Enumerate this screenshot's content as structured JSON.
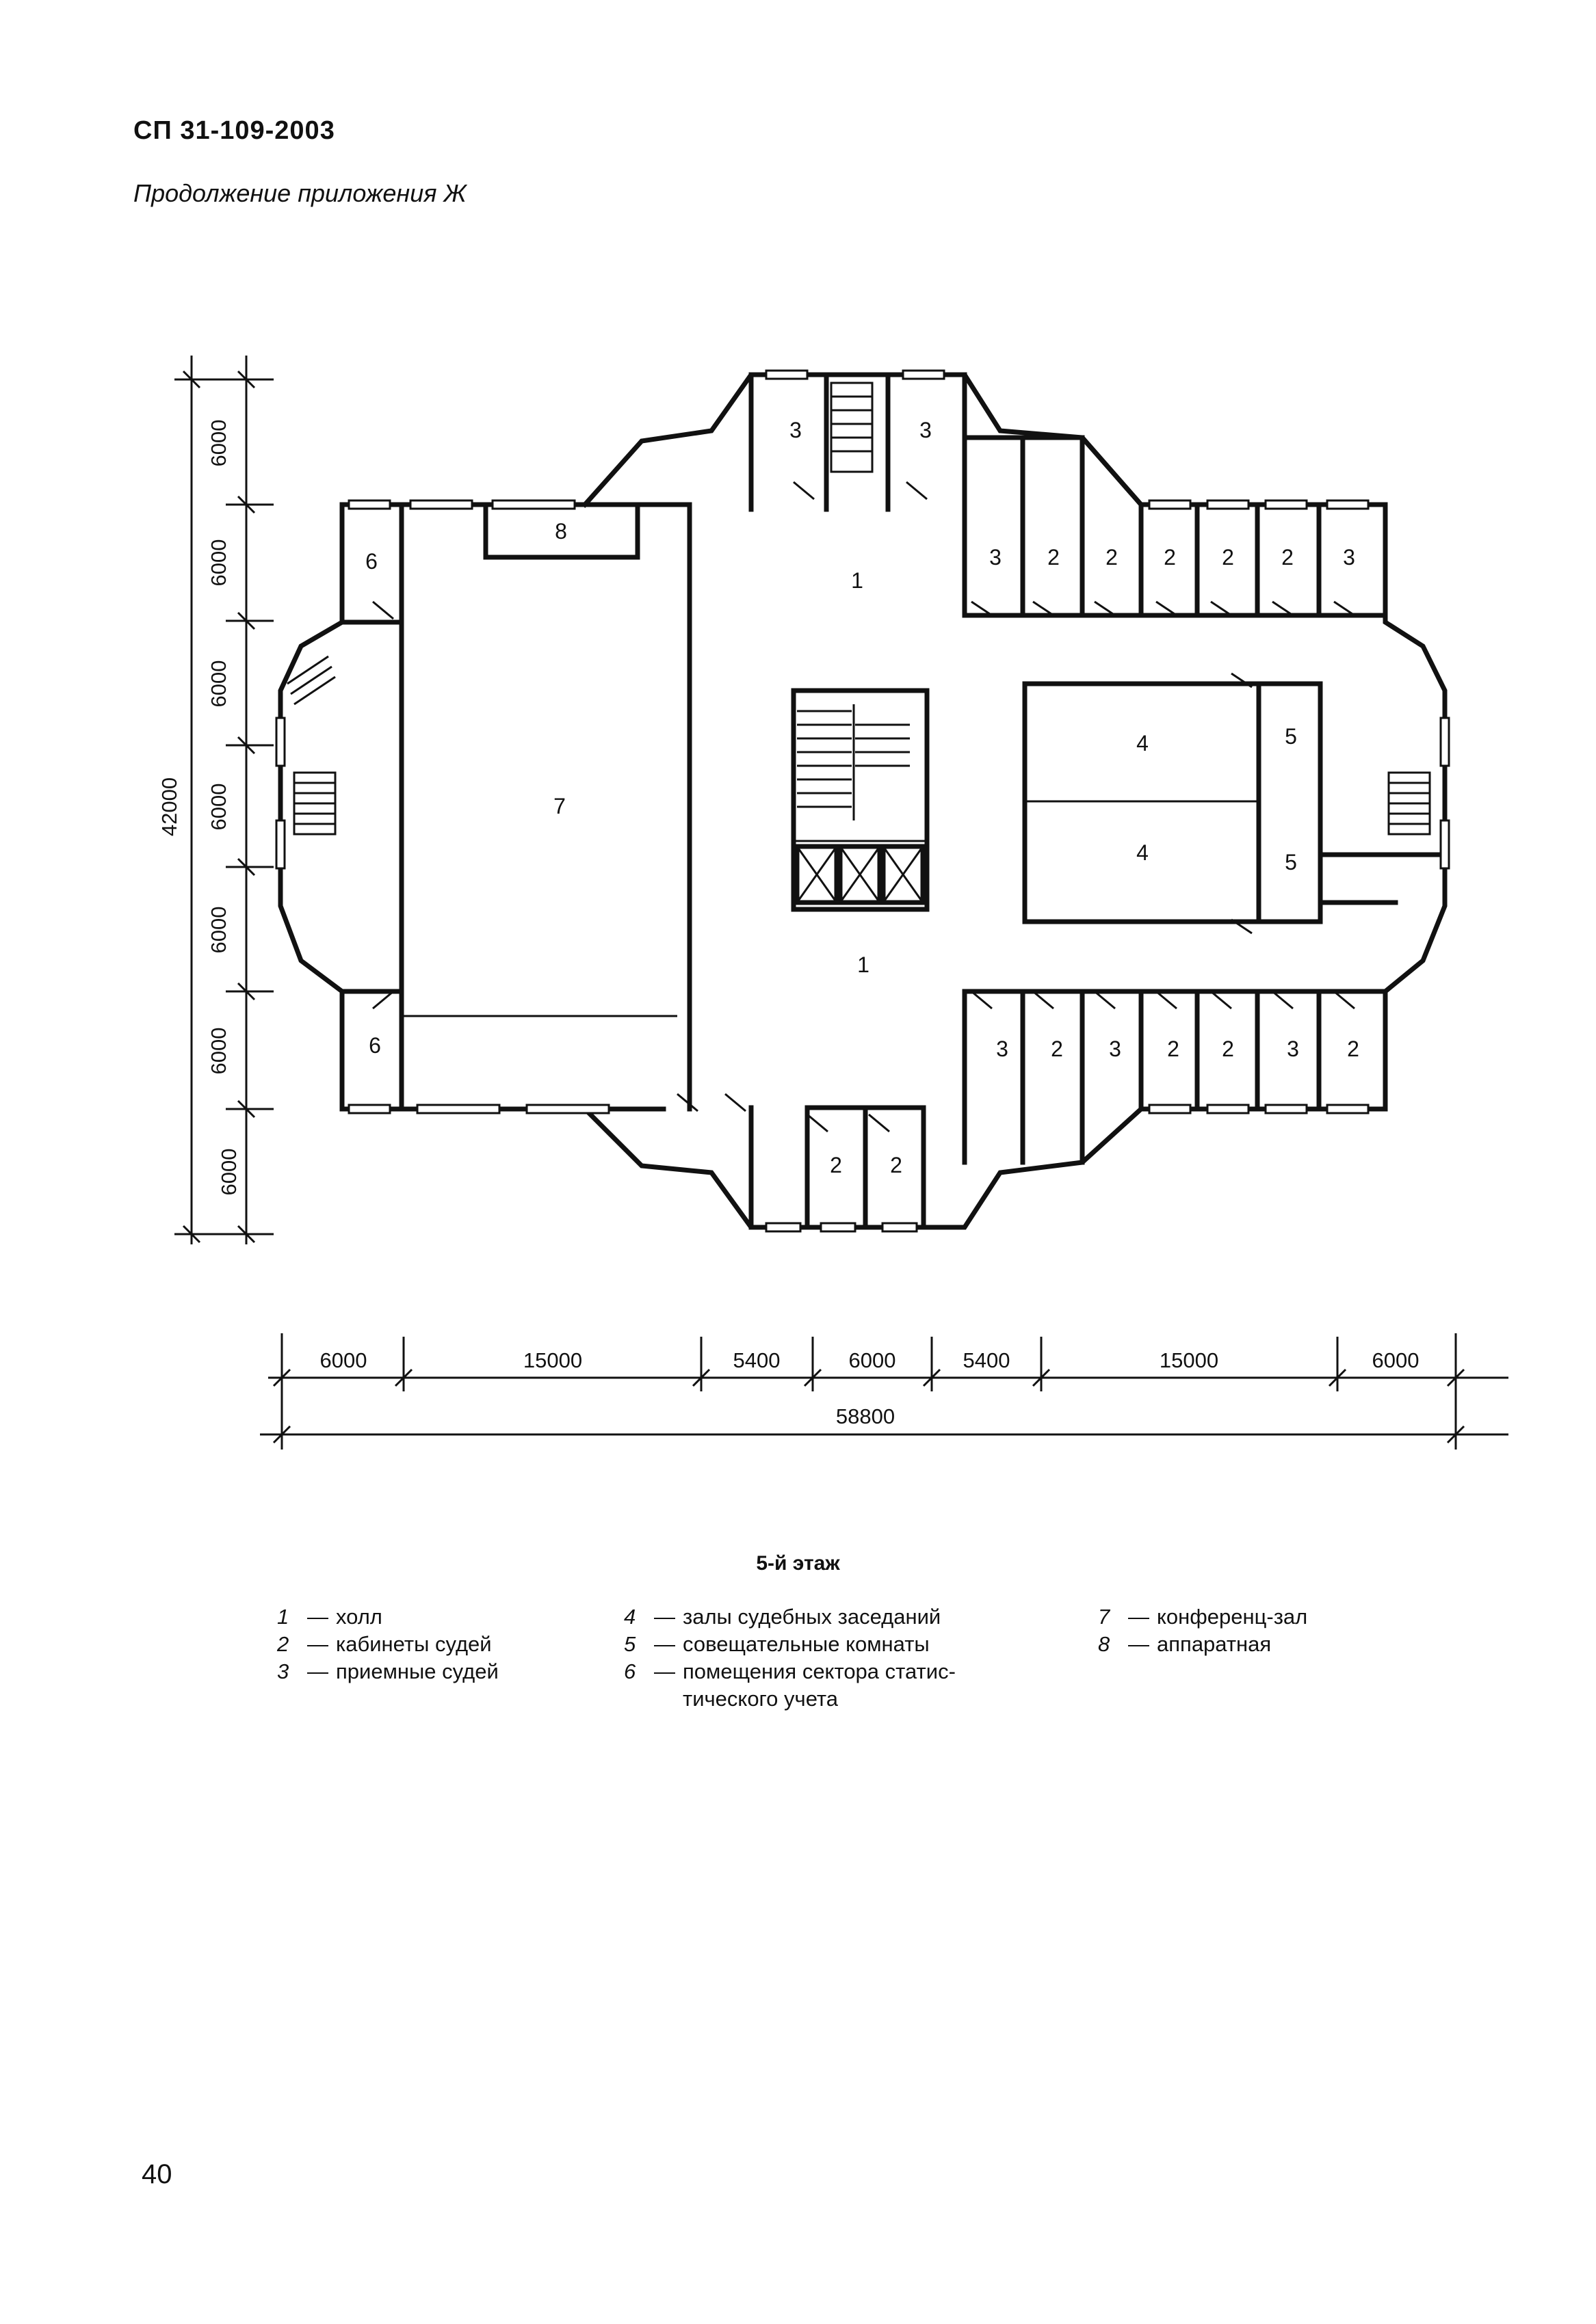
{
  "header": {
    "doc_code": "СП 31-109-2003",
    "subtitle": "Продолжение приложения Ж"
  },
  "plan": {
    "room_labels": {
      "hall": "1",
      "judge_office": "2",
      "reception": "3",
      "courtroom": "4",
      "deliberation": "5",
      "statistics": "6",
      "conference": "7",
      "equipment": "8"
    },
    "vertical_dims": [
      "6000",
      "6000",
      "6000",
      "6000",
      "6000",
      "6000",
      "6000"
    ],
    "vertical_total": "42000",
    "horizontal_dims": [
      "6000",
      "15000",
      "5400",
      "6000",
      "5400",
      "15000",
      "6000"
    ],
    "horizontal_total": "58800"
  },
  "caption": "5-й этаж",
  "legend": [
    {
      "num": "1",
      "text": "холл"
    },
    {
      "num": "2",
      "text": "кабинеты судей"
    },
    {
      "num": "3",
      "text": "приемные судей"
    },
    {
      "num": "4",
      "text": "залы судебных заседаний"
    },
    {
      "num": "5",
      "text": "совещательные комнаты"
    },
    {
      "num": "6",
      "text": "помещения сектора статис-",
      "text2": "тического учета"
    },
    {
      "num": "7",
      "text": "конференц-зал"
    },
    {
      "num": "8",
      "text": "аппаратная"
    }
  ],
  "page_number": "40"
}
